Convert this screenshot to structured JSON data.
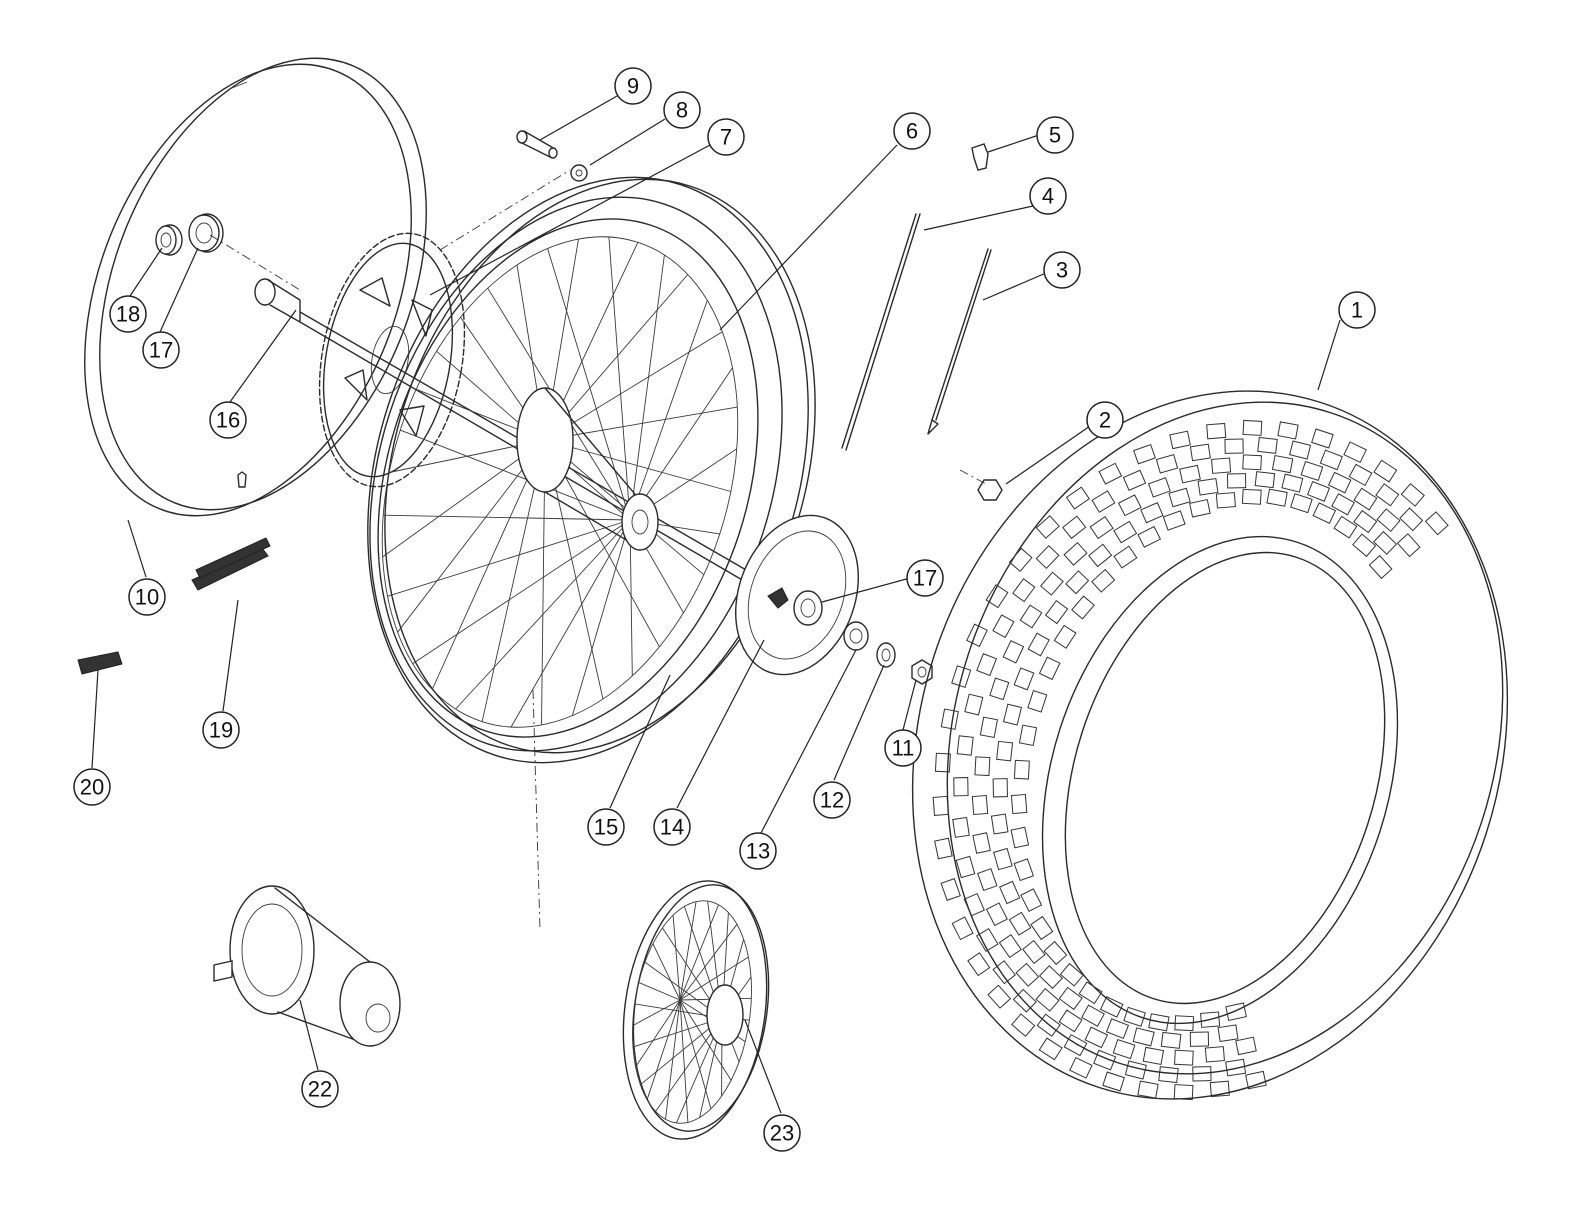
{
  "diagram": {
    "type": "exploded-parts-diagram",
    "subject": "motorcycle-rear-wheel-assembly",
    "colors": {
      "line": "#2a2a2a",
      "background": "#ffffff"
    },
    "callouts": [
      {
        "id": "c1",
        "label": "1",
        "part": "tire"
      },
      {
        "id": "c2",
        "label": "2",
        "part": "disc-bolt"
      },
      {
        "id": "c3",
        "label": "3",
        "part": "spoke-inner"
      },
      {
        "id": "c4",
        "label": "4",
        "part": "spoke-outer"
      },
      {
        "id": "c5",
        "label": "5",
        "part": "spoke-nipple"
      },
      {
        "id": "c6",
        "label": "6",
        "part": "rim"
      },
      {
        "id": "c7",
        "label": "7",
        "part": "sprocket"
      },
      {
        "id": "c8",
        "label": "8",
        "part": "sprocket-nut"
      },
      {
        "id": "c9",
        "label": "9",
        "part": "sprocket-bolt"
      },
      {
        "id": "c10",
        "label": "10",
        "part": "rim-band"
      },
      {
        "id": "c11",
        "label": "11",
        "part": "axle-nut"
      },
      {
        "id": "c12",
        "label": "12",
        "part": "washer"
      },
      {
        "id": "c13",
        "label": "13",
        "part": "spacer"
      },
      {
        "id": "c14",
        "label": "14",
        "part": "brake-disc"
      },
      {
        "id": "c15",
        "label": "15",
        "part": "wheel-hub"
      },
      {
        "id": "c16",
        "label": "16",
        "part": "axle"
      },
      {
        "id": "c17a",
        "label": "17",
        "part": "bearing-left"
      },
      {
        "id": "c17b",
        "label": "17",
        "part": "bearing-right"
      },
      {
        "id": "c18",
        "label": "18",
        "part": "left-spacer"
      },
      {
        "id": "c19",
        "label": "19",
        "part": "chain"
      },
      {
        "id": "c20",
        "label": "20",
        "part": "master-link"
      },
      {
        "id": "c22",
        "label": "22",
        "part": "hub-assembly"
      },
      {
        "id": "c23",
        "label": "23",
        "part": "complete-wheel"
      }
    ]
  }
}
